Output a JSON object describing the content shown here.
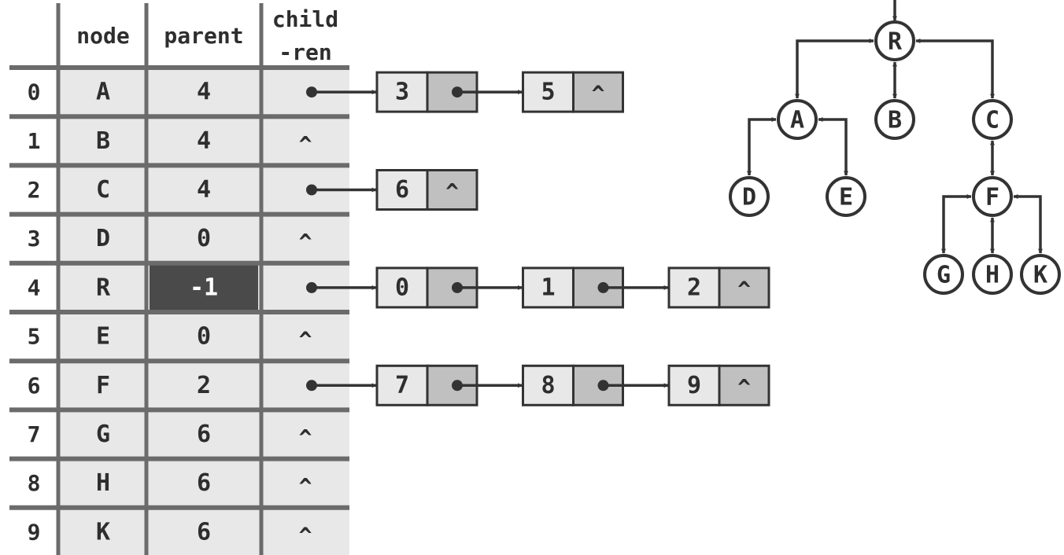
{
  "table": {
    "headers": {
      "node": "node",
      "parent": "parent",
      "children_line1": "child",
      "children_line2": "-ren"
    },
    "null_symbol": "^",
    "rows": [
      {
        "index": "0",
        "node": "A",
        "parent": "4",
        "children": [
          "3",
          "5"
        ]
      },
      {
        "index": "1",
        "node": "B",
        "parent": "4",
        "children": []
      },
      {
        "index": "2",
        "node": "C",
        "parent": "4",
        "children": [
          "6"
        ]
      },
      {
        "index": "3",
        "node": "D",
        "parent": "0",
        "children": []
      },
      {
        "index": "4",
        "node": "R",
        "parent": "-1",
        "children": [
          "0",
          "1",
          "2"
        ],
        "highlight_parent": true
      },
      {
        "index": "5",
        "node": "E",
        "parent": "0",
        "children": []
      },
      {
        "index": "6",
        "node": "F",
        "parent": "2",
        "children": [
          "7",
          "8",
          "9"
        ]
      },
      {
        "index": "7",
        "node": "G",
        "parent": "6",
        "children": []
      },
      {
        "index": "8",
        "node": "H",
        "parent": "6",
        "children": []
      },
      {
        "index": "9",
        "node": "K",
        "parent": "6",
        "children": []
      }
    ]
  },
  "tree": {
    "nodes": [
      "R",
      "A",
      "B",
      "C",
      "D",
      "E",
      "F",
      "G",
      "H",
      "K"
    ],
    "edges": [
      [
        "R",
        "A"
      ],
      [
        "R",
        "B"
      ],
      [
        "R",
        "C"
      ],
      [
        "A",
        "D"
      ],
      [
        "A",
        "E"
      ],
      [
        "C",
        "F"
      ],
      [
        "F",
        "G"
      ],
      [
        "F",
        "H"
      ],
      [
        "F",
        "K"
      ]
    ]
  },
  "colors": {
    "cell_fill": "#e8e8e8",
    "pointer_fill": "#c0c0c0",
    "highlight_fill": "#4a4a4a",
    "highlight_text": "#ffffff",
    "ink": "#333333",
    "grid": "#6b6b6b"
  }
}
